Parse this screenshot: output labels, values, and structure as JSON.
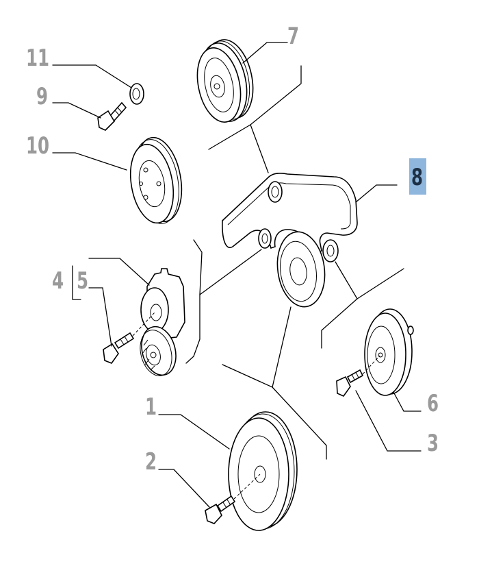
{
  "diagram": {
    "highlight_color": "#8fb6dc",
    "label_color": "#9a9a9a",
    "callouts": [
      {
        "id": "11",
        "text": "11"
      },
      {
        "id": "9",
        "text": "9"
      },
      {
        "id": "10",
        "text": "10"
      },
      {
        "id": "7",
        "text": "7"
      },
      {
        "id": "8",
        "text": "8"
      },
      {
        "id": "4",
        "text": "4"
      },
      {
        "id": "5",
        "text": "5"
      },
      {
        "id": "6",
        "text": "6"
      },
      {
        "id": "3",
        "text": "3"
      },
      {
        "id": "1",
        "text": "1"
      },
      {
        "id": "2",
        "text": "2"
      }
    ]
  }
}
